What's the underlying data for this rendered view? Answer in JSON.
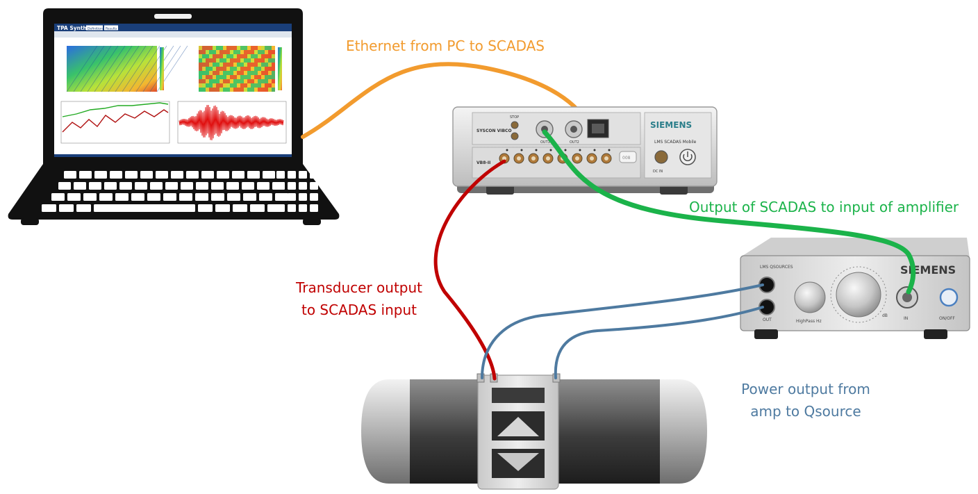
{
  "labels": {
    "ethernet": "Ethernet from PC to SCADAS",
    "output_to_amp": "Output of SCADAS to input of amplifier",
    "transducer_line1": "Transducer output",
    "transducer_line2": "to SCADAS input",
    "power_line1": "Power output from",
    "power_line2": "amp to Qsource"
  },
  "laptop_screen": {
    "title": "TPA Synthesis",
    "tab1": "Definition",
    "tab2": "Results"
  },
  "scadas": {
    "brand": "SIEMENS",
    "model": "LMS SCADAS Mobile",
    "module_top": "SYSCON VIBCO",
    "module_bottom": "VB8-II",
    "stop": "STOP",
    "out1": "OUT1",
    "out2": "OUT2",
    "dc_in": "DC IN",
    "display": "008"
  },
  "amplifier": {
    "brand": "SIEMENS",
    "model": "LMS QSOURCES",
    "knob1": "HighPass Hz",
    "knob2": "dB",
    "in": "IN",
    "out": "OUT",
    "power": "ON/OFF"
  },
  "colors": {
    "ethernet": "#F29B2E",
    "green": "#1BB34A",
    "red": "#C00000",
    "blue": "#4E7AA0"
  }
}
